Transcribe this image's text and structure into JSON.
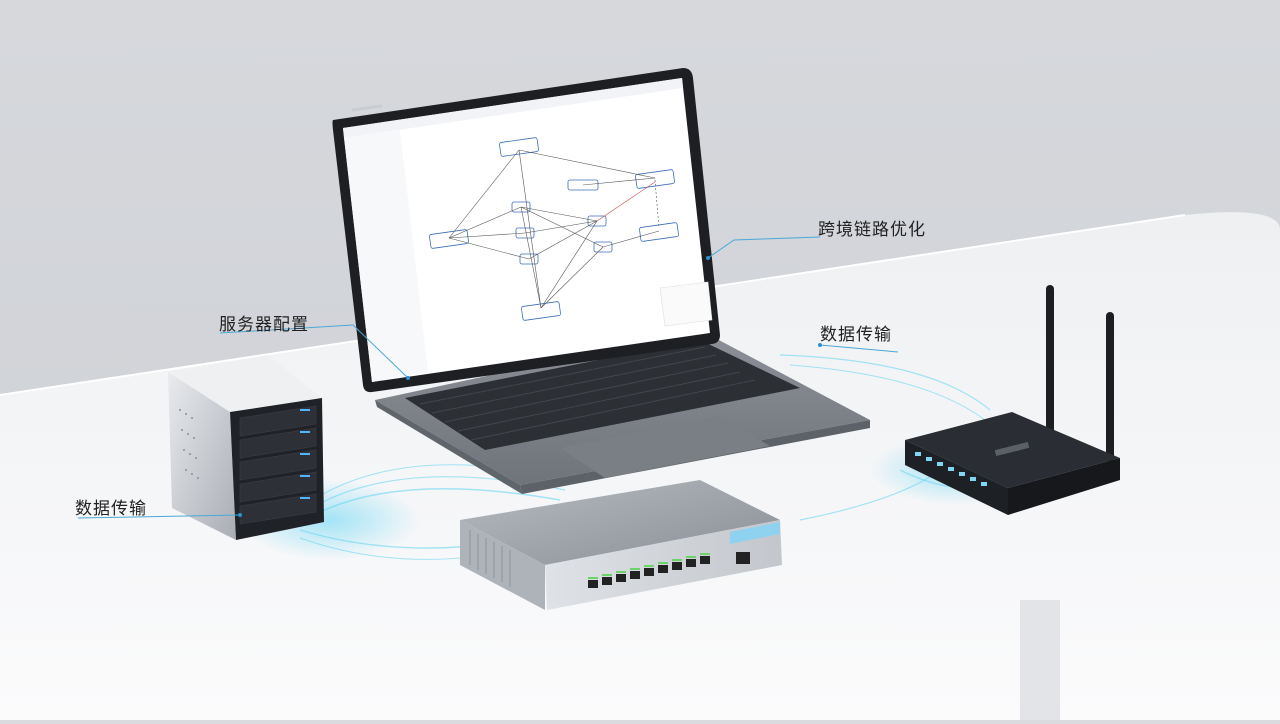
{
  "callouts": {
    "server_config": "服务器配置",
    "data_transfer_left": "数据传输",
    "data_transfer_right": "数据传输",
    "cross_border": "跨境链路优化"
  },
  "colors": {
    "accent_blue": "#2f8fd0",
    "glow_cyan": "#5fd4f4",
    "port_green": "#6cd36a",
    "table_white": "#f4f5f6"
  }
}
